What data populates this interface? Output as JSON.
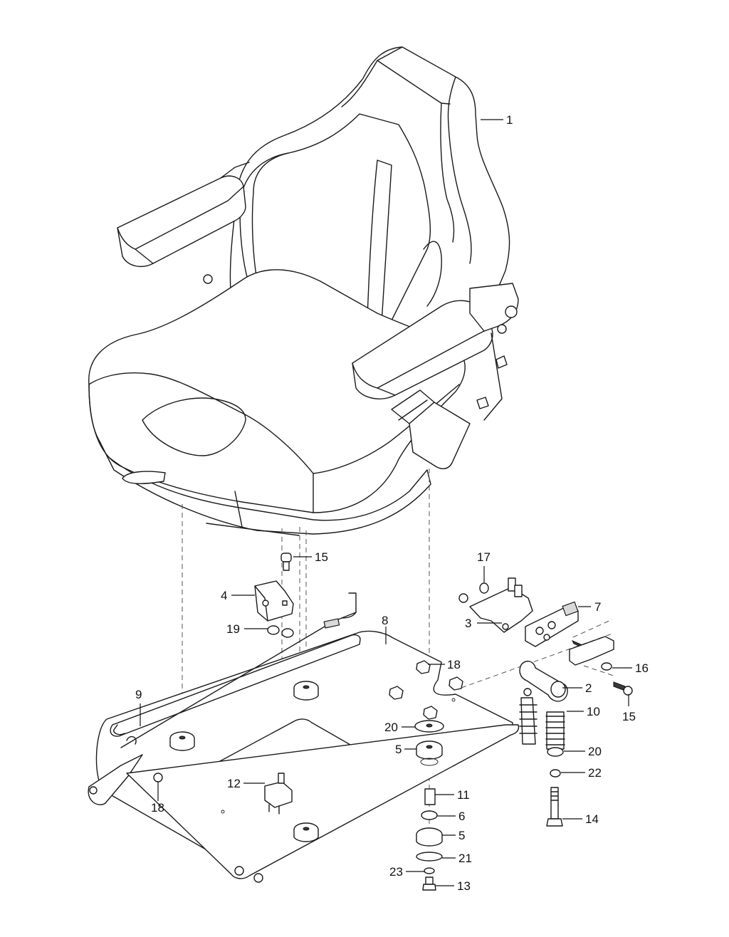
{
  "callouts": {
    "c1": "1",
    "c2": "2",
    "c3": "3",
    "c4": "4",
    "c5a": "5",
    "c5b": "5",
    "c6": "6",
    "c7": "7",
    "c8": "8",
    "c9": "9",
    "c10": "10",
    "c11": "11",
    "c12": "12",
    "c13": "13",
    "c14": "14",
    "c15a": "15",
    "c15b": "15",
    "c16": "16",
    "c17": "17",
    "c18a": "18",
    "c18b": "18",
    "c19": "19",
    "c20a": "20",
    "c20b": "20",
    "c21": "21",
    "c22": "22",
    "c23": "23"
  }
}
